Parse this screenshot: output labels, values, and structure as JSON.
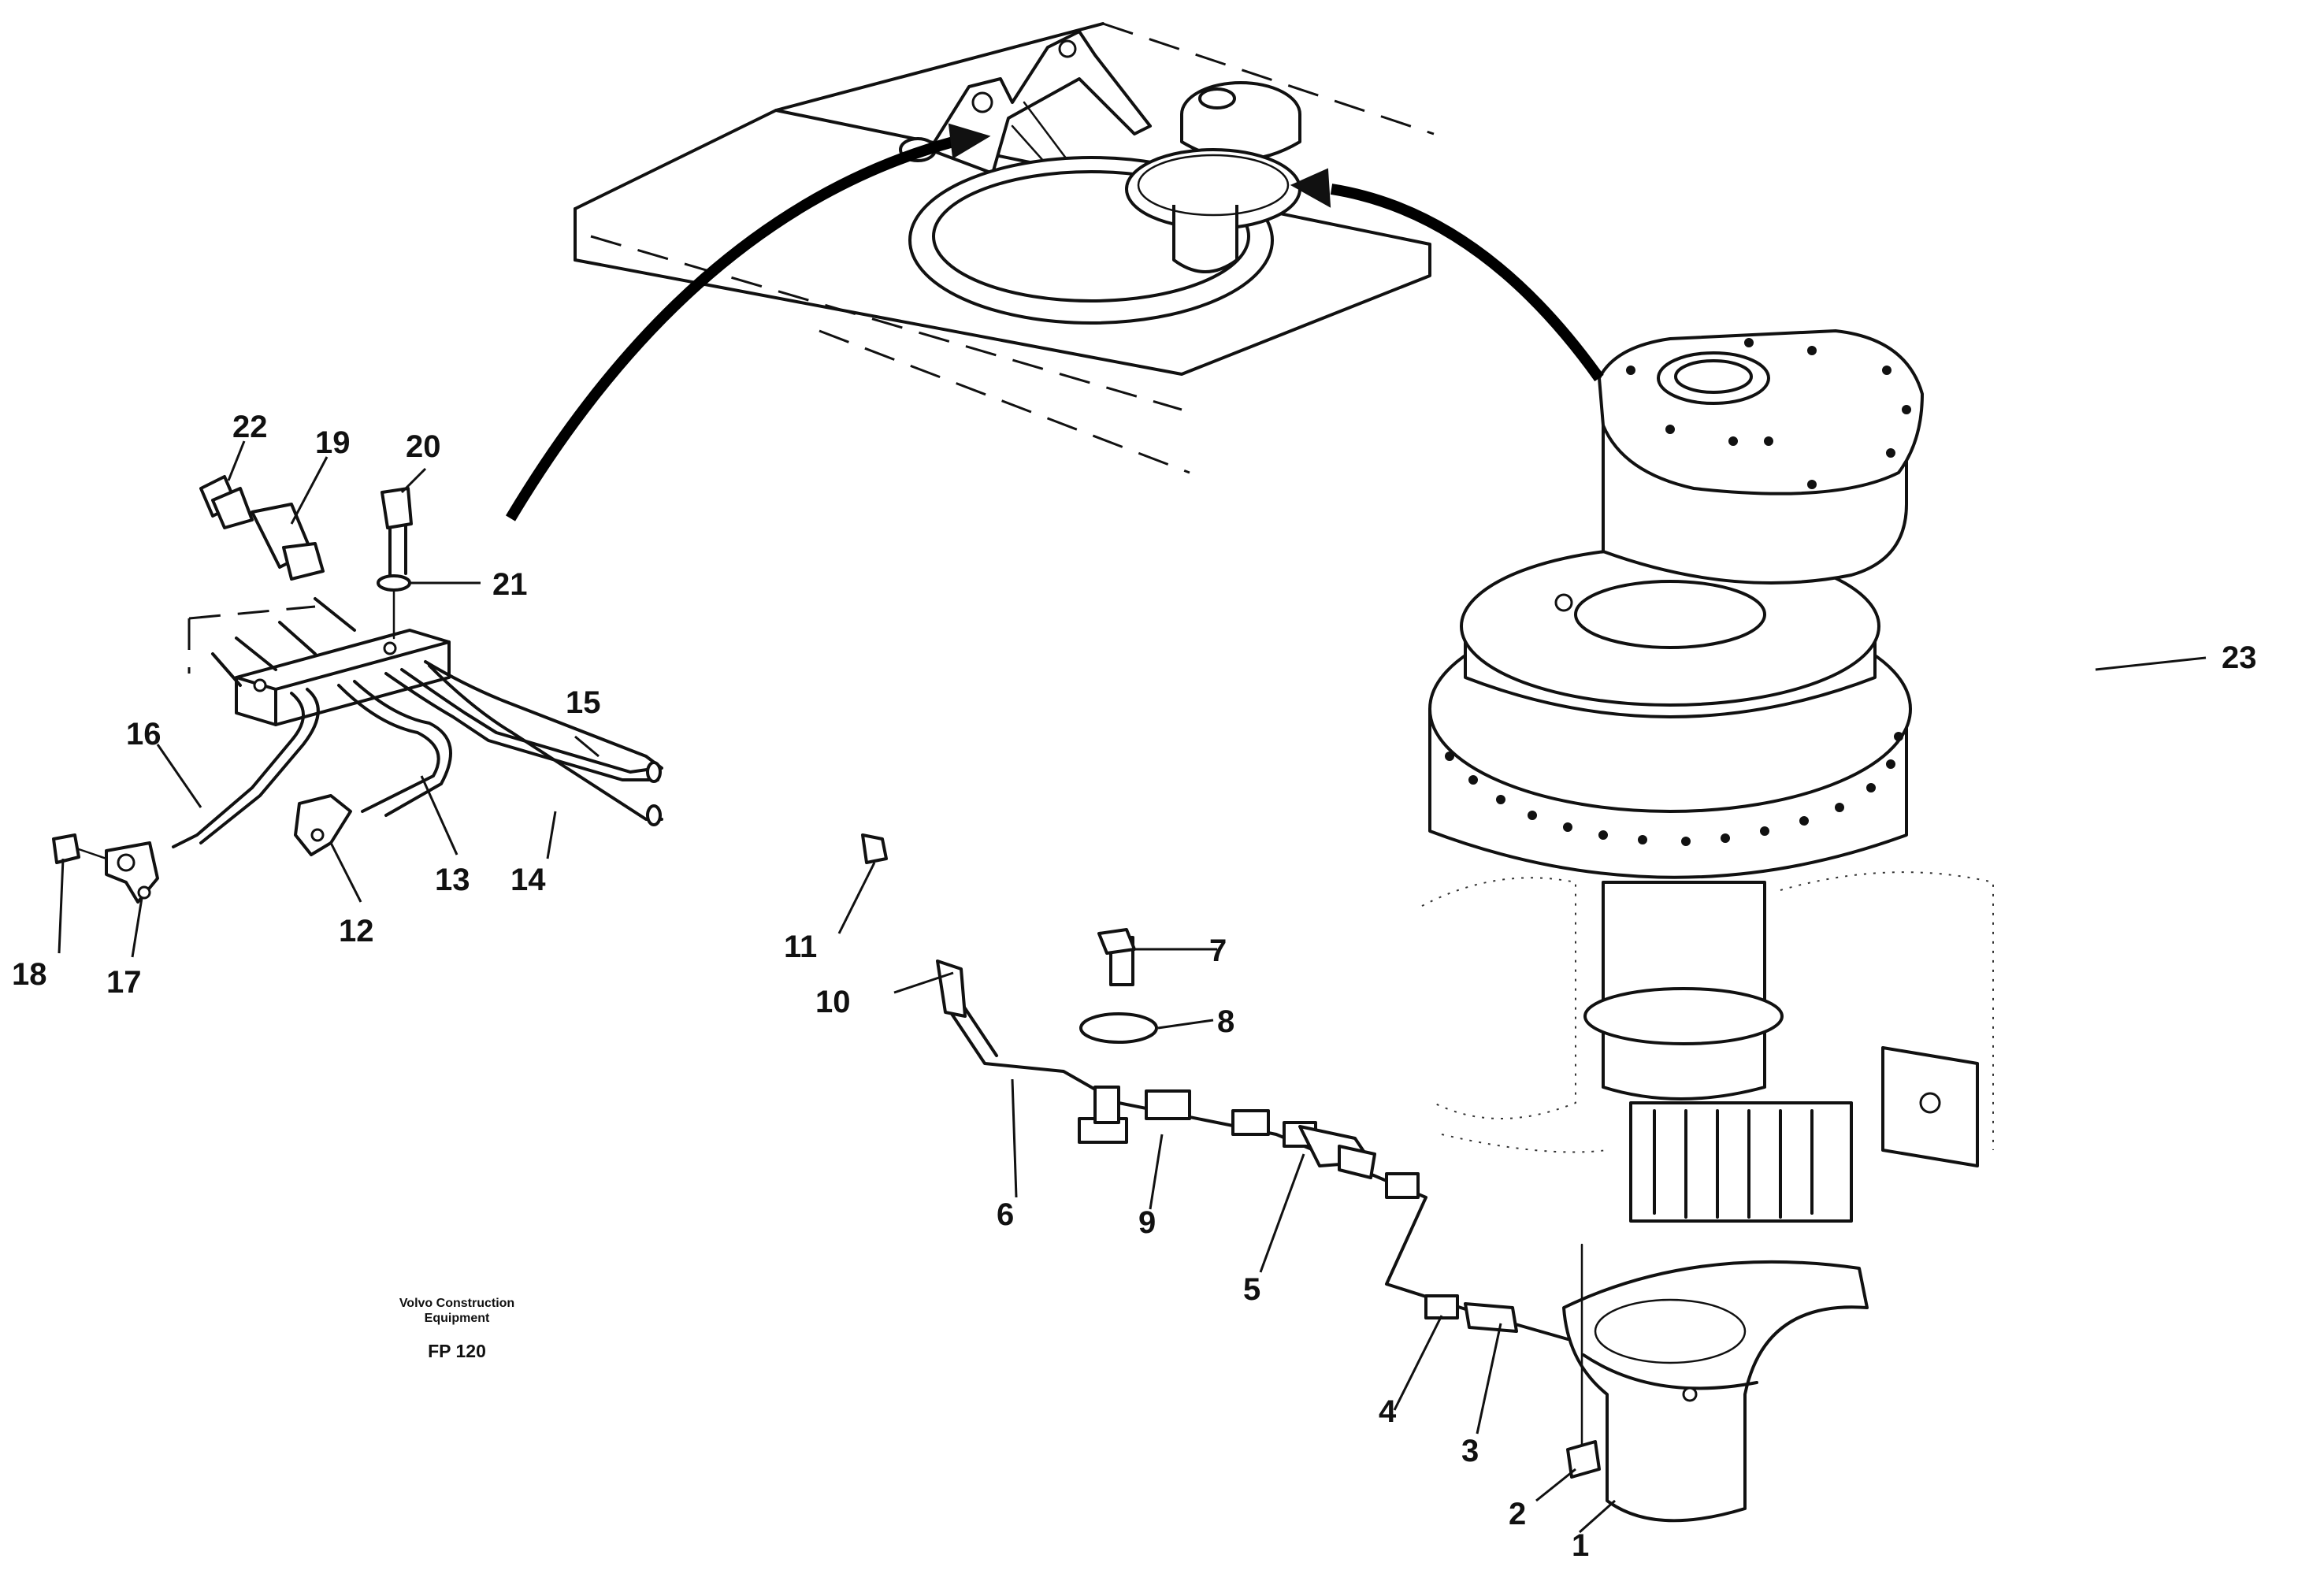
{
  "drawing": {
    "company": "Volvo Construction Equipment",
    "figure_code": "FP 120"
  },
  "callouts": [
    {
      "id": "1",
      "label": "1"
    },
    {
      "id": "2",
      "label": "2"
    },
    {
      "id": "3",
      "label": "3"
    },
    {
      "id": "4",
      "label": "4"
    },
    {
      "id": "5",
      "label": "5"
    },
    {
      "id": "6",
      "label": "6"
    },
    {
      "id": "7",
      "label": "7"
    },
    {
      "id": "8",
      "label": "8"
    },
    {
      "id": "9",
      "label": "9"
    },
    {
      "id": "10",
      "label": "10"
    },
    {
      "id": "11",
      "label": "11"
    },
    {
      "id": "12",
      "label": "12"
    },
    {
      "id": "13",
      "label": "13"
    },
    {
      "id": "14",
      "label": "14"
    },
    {
      "id": "15",
      "label": "15"
    },
    {
      "id": "16",
      "label": "16"
    },
    {
      "id": "17",
      "label": "17"
    },
    {
      "id": "18",
      "label": "18"
    },
    {
      "id": "19",
      "label": "19"
    },
    {
      "id": "20",
      "label": "20"
    },
    {
      "id": "21",
      "label": "21"
    },
    {
      "id": "22",
      "label": "22"
    },
    {
      "id": "23",
      "label": "23"
    }
  ]
}
